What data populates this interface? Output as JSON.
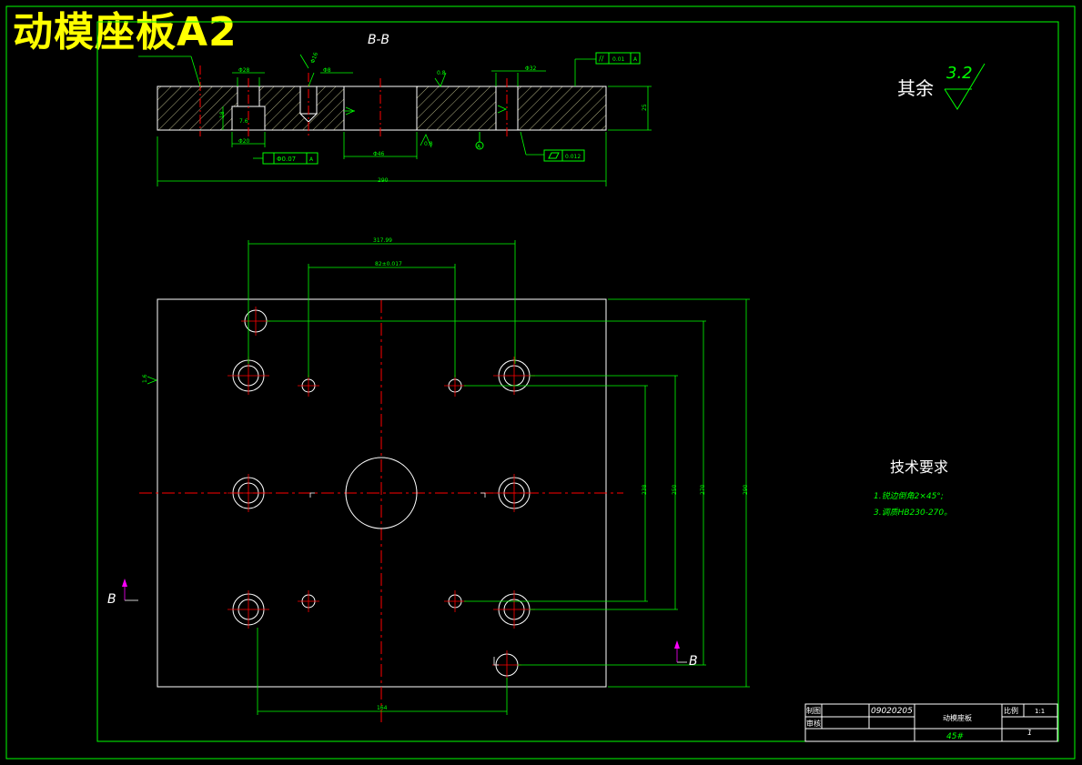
{
  "title": "动模座板A2",
  "section_label": "B-B",
  "surface_finish": {
    "prefix": "其余",
    "value": "3.2"
  },
  "tech_requirements": {
    "heading": "技术要求",
    "items": [
      "1.锐边倒角2×45°;",
      "3.调质HB230-270。"
    ]
  },
  "section_marks": {
    "left": "B",
    "right": "B"
  },
  "section_view": {
    "dims": {
      "overall_width": "290",
      "thickness": "25",
      "center_bore": "Φ46",
      "guide_hole_a": "Φ28",
      "guide_hole_b": "Φ20",
      "depth_a": "7.6",
      "depth_b": "18",
      "slot": "Φ32",
      "pin_hole": "Φ8",
      "counterbore": "Φ16",
      "ra_top": "0.8",
      "ra_mid": "0.8",
      "ra_side": "1.6"
    },
    "tolerance_frames": {
      "parallel": {
        "symbol": "//",
        "value": "0.01",
        "datum": "A"
      },
      "position": {
        "symbol": "○",
        "value": "Φ0.07",
        "datum": "A"
      },
      "flatness": {
        "symbol": "▱",
        "value": "0.012"
      }
    },
    "datum": "A"
  },
  "plan_view": {
    "dims": {
      "top_outer": "317.99",
      "top_inner": "82±0.017",
      "bottom": "164",
      "right_1": "238",
      "right_2": "250",
      "right_3": "270",
      "right_4": "290"
    }
  },
  "title_block": {
    "row1_label": "制图",
    "row2_label": "审核",
    "drawing_no": "09020205",
    "part_name": "动模座板",
    "scale_label": "比例",
    "scale_value": "1:1",
    "material": "45#",
    "sheet": "1"
  },
  "colors": {
    "background": "#000000",
    "frame": "#00ff00",
    "outline": "#ffffff",
    "centerline": "#ff0000",
    "title": "#ffff00",
    "section_mark": "#ff00ff"
  }
}
